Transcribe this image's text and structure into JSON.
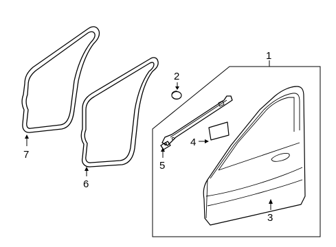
{
  "callouts": {
    "c1": "1",
    "c2": "2",
    "c3": "3",
    "c4": "4",
    "c5": "5",
    "c6": "6",
    "c7": "7"
  },
  "colors": {
    "line": "#000000",
    "background": "#ffffff"
  }
}
